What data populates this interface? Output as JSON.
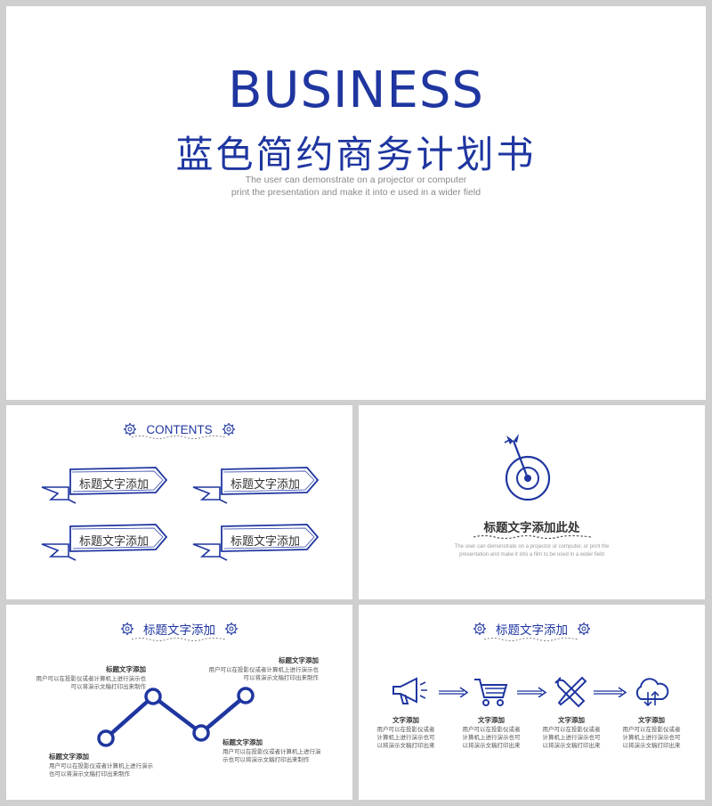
{
  "hero": {
    "title": "BUSINESS",
    "subtitle": "蓝色简约商务计划书",
    "desc_line1": "The user can demonstrate on a projector or computer",
    "desc_line2": "print the presentation and make it into e used in a wider field"
  },
  "contents": {
    "header": "CONTENTS",
    "items": [
      "标题文字添加",
      "标题文字添加",
      "标题文字添加",
      "标题文字添加"
    ]
  },
  "goal": {
    "title": "标题文字添加此处",
    "desc_line1": "The user can demonstrate on a projector or computer, or print the",
    "desc_line2": "presentation and make it into a film to be used in a wider field"
  },
  "steps": {
    "header": "标题文字添加",
    "blocks": [
      {
        "title": "标题文字添加",
        "line1": "用户可以在投影仪或者计算机上进行演示也",
        "line2": "可以将演示文稿打印出来制作"
      },
      {
        "title": "标题文字添加",
        "line1": "用户可以在投影仪或者计算机上进行演示也",
        "line2": "可以将演示文稿打印出来制作"
      },
      {
        "title": "标题文字添加",
        "line1": "用户可以在投影仪或者计算机上进行演示",
        "line2": "也可以将演示文稿打印出来制作"
      },
      {
        "title": "标题文字添加",
        "line1": "用户可以在投影仪或者计算机上进行演",
        "line2": "示也可以将演示文稿打印出来制作"
      }
    ]
  },
  "process": {
    "header": "标题文字添加",
    "items": [
      {
        "icon": "megaphone-icon",
        "title": "文字添加",
        "line1": "用户可以在投影仪或者",
        "line2": "计算机上进行演示也可",
        "line3": "以将演示文稿打印出来"
      },
      {
        "icon": "cart-icon",
        "title": "文字添加",
        "line1": "用户可以在投影仪或者",
        "line2": "计算机上进行演示也可",
        "line3": "以将演示文稿打印出来"
      },
      {
        "icon": "tools-icon",
        "title": "文字添加",
        "line1": "用户可以在投影仪或者",
        "line2": "计算机上进行演示也可",
        "line3": "以将演示文稿打印出来"
      },
      {
        "icon": "cloud-icon",
        "title": "文字添加",
        "line1": "用户可以在投影仪或者",
        "line2": "计算机上进行演示也可",
        "line3": "以将演示文稿打印出来"
      }
    ]
  },
  "colors": {
    "accent": "#1f36a0",
    "text": "#333333",
    "muted": "#8a8a8a"
  }
}
